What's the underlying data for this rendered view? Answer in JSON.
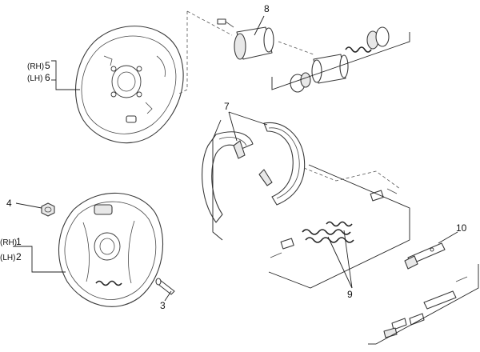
{
  "callouts": {
    "c1": "1",
    "c2": "2",
    "c3": "3",
    "c4": "4",
    "c5": "5",
    "c6": "6",
    "c7": "7",
    "c8": "8",
    "c9": "9",
    "c10": "10"
  },
  "side_labels": {
    "rh_top": "(RH)",
    "lh_top": "(LH)",
    "rh_bottom": "(RH)",
    "lh_bottom": "(LH)"
  }
}
